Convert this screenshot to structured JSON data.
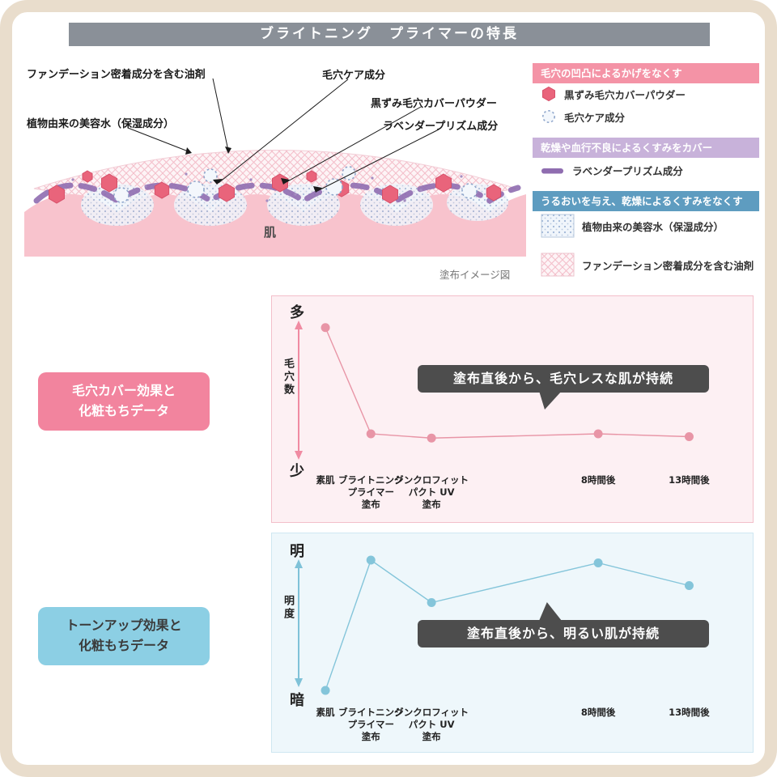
{
  "header": {
    "title": "ブライトニング　プライマーの特長"
  },
  "diagram": {
    "label_oil": "ファンデーション密着成分を含む油剤",
    "label_pore_care": "毛穴ケア成分",
    "label_powder": "黒ずみ毛穴カバーパウダー",
    "label_prism": "ラベンダープリズム成分",
    "label_water": "植物由来の美容水（保湿成分）",
    "skin": "肌",
    "caption": "塗布イメージ図"
  },
  "legend": {
    "sections": [
      {
        "header": "毛穴の凹凸によるかげをなくす",
        "color": "#f493a6",
        "items": [
          {
            "icon": "hexagon-icon",
            "label": "黒ずみ毛穴カバーパウダー"
          },
          {
            "icon": "dotted-circle-icon",
            "label": "毛穴ケア成分"
          }
        ]
      },
      {
        "header": "乾燥や血行不良によるくすみをカバー",
        "color": "#c8b2da",
        "items": [
          {
            "icon": "purple-dash-icon",
            "label": "ラベンダープリズム成分"
          }
        ]
      },
      {
        "header": "うるおいを与え、乾燥によるくすみをなくす",
        "color": "#5e9cc0",
        "items": [
          {
            "icon": "dotted-swatch",
            "label": "植物由来の美容水（保湿成分）"
          },
          {
            "icon": "pink-swatch",
            "label": "ファンデーション密着成分を含む油剤"
          }
        ]
      }
    ]
  },
  "charts": {
    "left_labels": [
      {
        "text": "毛穴カバー効果と\n化粧もちデータ",
        "bg": "#f2849e",
        "text_color": "#ffffff"
      },
      {
        "text": "トーンアップ効果と\n化粧もちデータ",
        "bg": "#8ccfe4",
        "text_color": "#3b3b3b"
      }
    ]
  },
  "chart_data": [
    {
      "type": "line",
      "title": "毛穴カバー効果と化粧もちデータ",
      "ylabel": "毛穴数",
      "y_top": "多",
      "y_bottom": "少",
      "categories": [
        "素肌",
        "ブライトニング\nプライマー\n塗布",
        "シンクロフィット\nパクト UV\n塗布",
        "8時間後",
        "13時間後"
      ],
      "x_fractions": [
        0.03,
        0.135,
        0.275,
        0.66,
        0.87
      ],
      "values": [
        95,
        20,
        17,
        20,
        18
      ],
      "ylim": [
        0,
        100
      ],
      "grid": false,
      "annotation": "塗布直後から、毛穴レスな肌が持続",
      "line_color": "#e895a6",
      "arrow_color": "#f08ba2",
      "box_bg": "#fdf0f3",
      "box_border": "#f3bfca"
    },
    {
      "type": "line",
      "title": "トーンアップ効果と化粧もちデータ",
      "ylabel": "明度",
      "y_top": "明",
      "y_bottom": "暗",
      "categories": [
        "素肌",
        "ブライトニング\nプライマー\n塗布",
        "シンクロフィット\nパクト UV\n塗布",
        "8時間後",
        "13時間後"
      ],
      "x_fractions": [
        0.03,
        0.135,
        0.275,
        0.66,
        0.87
      ],
      "values": [
        4,
        96,
        66,
        94,
        78
      ],
      "ylim": [
        0,
        100
      ],
      "grid": false,
      "annotation": "塗布直後から、明るい肌が持続",
      "line_color": "#84c5da",
      "arrow_color": "#7fc2d8",
      "box_bg": "#eef7fb",
      "box_border": "#cfe7f1"
    }
  ]
}
